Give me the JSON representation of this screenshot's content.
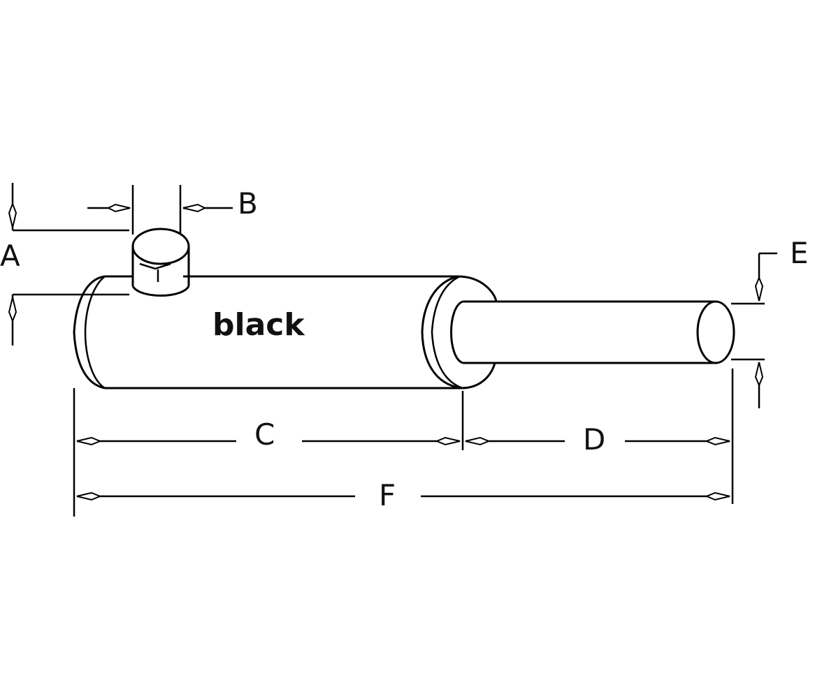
{
  "diagram": {
    "body_label": "black",
    "dimensions": {
      "a": "A",
      "b": "B",
      "c": "C",
      "d": "D",
      "e": "E",
      "f": "F"
    }
  }
}
